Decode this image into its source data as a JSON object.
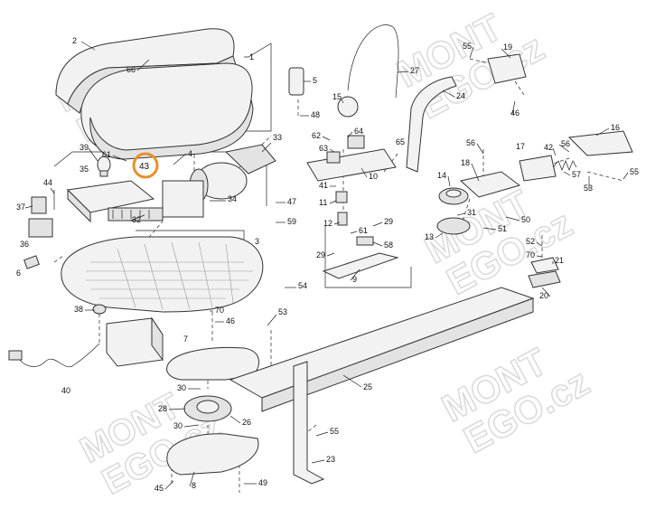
{
  "watermark": {
    "line1": "MONT",
    "line2": "EGO.cz"
  },
  "highlight": {
    "label": "43",
    "color": "#e8902a"
  },
  "callouts": [
    {
      "id": "c2",
      "label": "2"
    },
    {
      "id": "c1",
      "label": "1"
    },
    {
      "id": "c66",
      "label": "66"
    },
    {
      "id": "c39",
      "label": "39"
    },
    {
      "id": "c61a",
      "label": "61"
    },
    {
      "id": "c4",
      "label": "4"
    },
    {
      "id": "c35",
      "label": "35"
    },
    {
      "id": "c33",
      "label": "33"
    },
    {
      "id": "c44",
      "label": "44"
    },
    {
      "id": "c37",
      "label": "37"
    },
    {
      "id": "c34",
      "label": "34"
    },
    {
      "id": "c32",
      "label": "32"
    },
    {
      "id": "c36",
      "label": "36"
    },
    {
      "id": "c47",
      "label": "47"
    },
    {
      "id": "c59",
      "label": "59"
    },
    {
      "id": "c3",
      "label": "3"
    },
    {
      "id": "c6",
      "label": "6"
    },
    {
      "id": "c54",
      "label": "54"
    },
    {
      "id": "c38",
      "label": "38"
    },
    {
      "id": "c70a",
      "label": "70"
    },
    {
      "id": "c46a",
      "label": "46"
    },
    {
      "id": "c53a",
      "label": "53"
    },
    {
      "id": "c7",
      "label": "7"
    },
    {
      "id": "c40",
      "label": "40"
    },
    {
      "id": "c30a",
      "label": "30"
    },
    {
      "id": "c28",
      "label": "28"
    },
    {
      "id": "c30b",
      "label": "30"
    },
    {
      "id": "c26",
      "label": "26"
    },
    {
      "id": "c8",
      "label": "8"
    },
    {
      "id": "c45",
      "label": "45"
    },
    {
      "id": "c49",
      "label": "49"
    },
    {
      "id": "c55a",
      "label": "55"
    },
    {
      "id": "c23",
      "label": "23"
    },
    {
      "id": "c25",
      "label": "25"
    },
    {
      "id": "c5",
      "label": "5"
    },
    {
      "id": "c48",
      "label": "48"
    },
    {
      "id": "c15",
      "label": "15"
    },
    {
      "id": "c27",
      "label": "27"
    },
    {
      "id": "c55b",
      "label": "55"
    },
    {
      "id": "c19",
      "label": "19"
    },
    {
      "id": "c24",
      "label": "24"
    },
    {
      "id": "c46b",
      "label": "46"
    },
    {
      "id": "c62",
      "label": "62"
    },
    {
      "id": "c64",
      "label": "64"
    },
    {
      "id": "c65",
      "label": "65"
    },
    {
      "id": "c63",
      "label": "63"
    },
    {
      "id": "c10",
      "label": "10"
    },
    {
      "id": "c41",
      "label": "41"
    },
    {
      "id": "c11",
      "label": "11"
    },
    {
      "id": "c12",
      "label": "12"
    },
    {
      "id": "c29a",
      "label": "29"
    },
    {
      "id": "c61b",
      "label": "61"
    },
    {
      "id": "c58",
      "label": "58"
    },
    {
      "id": "c29b",
      "label": "29"
    },
    {
      "id": "c9",
      "label": "9"
    },
    {
      "id": "c56a",
      "label": "56"
    },
    {
      "id": "c17",
      "label": "17"
    },
    {
      "id": "c42",
      "label": "42"
    },
    {
      "id": "c56b",
      "label": "56"
    },
    {
      "id": "c16",
      "label": "16"
    },
    {
      "id": "c18",
      "label": "18"
    },
    {
      "id": "c14",
      "label": "14"
    },
    {
      "id": "c57",
      "label": "57"
    },
    {
      "id": "c55c",
      "label": "55"
    },
    {
      "id": "c53b",
      "label": "53"
    },
    {
      "id": "c31",
      "label": "31"
    },
    {
      "id": "c50",
      "label": "50"
    },
    {
      "id": "c13",
      "label": "13"
    },
    {
      "id": "c51",
      "label": "51"
    },
    {
      "id": "c52",
      "label": "52"
    },
    {
      "id": "c70b",
      "label": "70"
    },
    {
      "id": "c21",
      "label": "21"
    },
    {
      "id": "c20",
      "label": "20"
    }
  ]
}
